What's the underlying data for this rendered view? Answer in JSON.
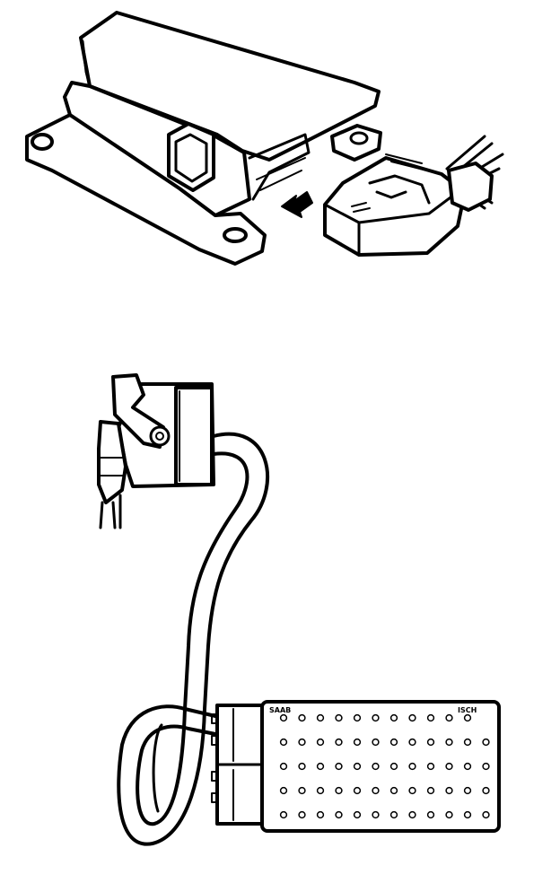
{
  "figure": {
    "adapter_label_left": "SAAB",
    "adapter_label_right": "ISCH"
  },
  "colors": {
    "ink": "#000000",
    "paper": "#ffffff"
  },
  "adapter": {
    "pin_rows": 5,
    "pin_columns": 12
  }
}
